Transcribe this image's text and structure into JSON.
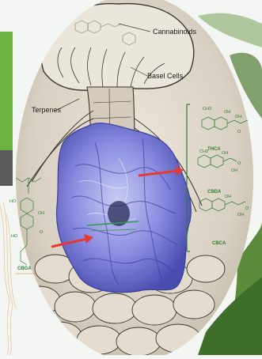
{
  "labels": {
    "cannabinoids": "Cannabinoids",
    "basel_cells": "Basel Cells",
    "terpenes": "Terpenes"
  },
  "molecules": {
    "left": {
      "name": "CBGA",
      "atoms": [
        "HO",
        "OH",
        "HO",
        "O"
      ]
    },
    "right_top": {
      "name": "THCA",
      "atoms": [
        "CH3",
        "OH",
        "OH",
        "O"
      ]
    },
    "right_mid": {
      "name": "CBDA",
      "atoms": [
        "CH3",
        "OH",
        "OH",
        "O"
      ]
    },
    "right_bottom": {
      "name": "CBCA",
      "atoms": [
        "OH",
        "OH",
        "O"
      ]
    }
  },
  "colors": {
    "sketch_bg": "#d8d0c2",
    "ink": "#3b362e",
    "protein": "#7b7fd6",
    "protein_dark": "#3d3f9c",
    "chem_green": "#2e7d32",
    "arrow_red": "#e53935",
    "leaf_green": "#5c8a3c"
  }
}
